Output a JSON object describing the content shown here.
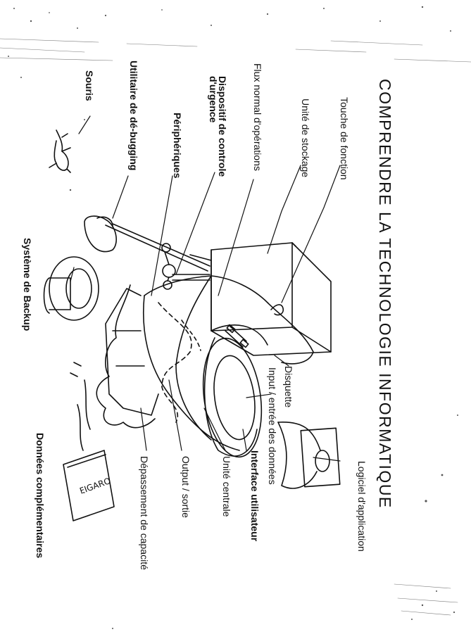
{
  "title": "COMPRENDRE LA TECHNOLOGIE INFORMATIQUE",
  "labels": {
    "touche_de_fonction": "Touche de fonction",
    "unite_de_stockage": "Unité de stockage",
    "flux_normal": "Flux normal d'opérations",
    "dispositif_line1": "Dispositif de controle",
    "dispositif_line2": "d'urgence",
    "peripheriques": "Périphériques",
    "utilitaire_debugging": "Utilitaire de dé-bugging",
    "souris": "Souris",
    "systeme_backup": "Système de Backup",
    "disquette": "Disquette",
    "input_entree": "Input / entrée des données",
    "logiciel_application": "Logiciel d'application",
    "interface_utilisateur": "Interface utilisateur",
    "unite_centrale": "Unité centrale",
    "output_sortie": "Output / sortie",
    "depassement_capacite": "Dépassement de capacité",
    "donnees_complementaires": "Données complémentaires",
    "book_cover_text": "FIGARO"
  }
}
